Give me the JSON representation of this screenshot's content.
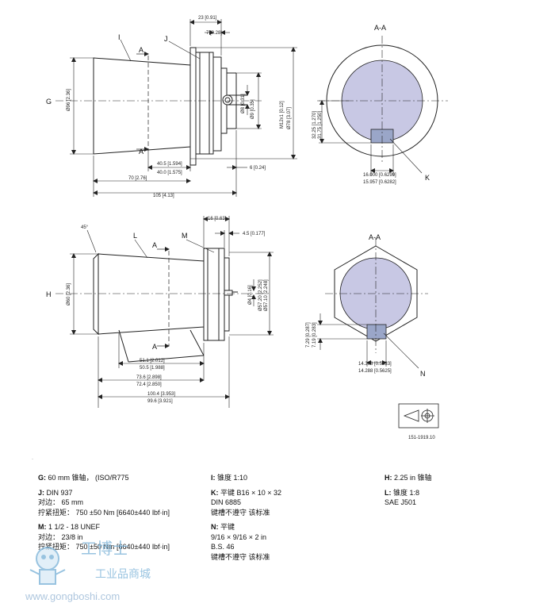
{
  "diagram": {
    "top": {
      "dims": {
        "d23": "23 [0.91]",
        "d7": "7 [0.28]",
        "d96": "Ø96 [2.36]",
        "d8": "Ø8 [0.31]",
        "d9": "Ø9 [0.35]",
        "d12": "M12x1 [0.12]",
        "d78": "Ø78 [3.07]",
        "d405": "40.5 [1.594]",
        "d400": "40.0 [1.575]",
        "d70": "70 [2.76]",
        "d6": "6 [0.24]",
        "d105": "105 [4.13]",
        "sec_h1": "32.25 [1.270]",
        "sec_h2": "31.75 [1.250]",
        "sec_w1": "16.000 [0.6299]",
        "sec_w2": "15.957 [0.6282]"
      },
      "labels": {
        "I": "I",
        "J": "J",
        "A1": "A",
        "A2": "A",
        "G": "G",
        "section": "A-A",
        "K": "K"
      }
    },
    "bottom": {
      "dims": {
        "d16": "16 [0.63]",
        "d45": "4.5 [0.177]",
        "d60": "Ø60 [2.36]",
        "d4": "Ø4 [0.16]",
        "d572": "Ø57.20 [2.252]",
        "d571": "Ø57.10 [2.248]",
        "d511": "51.1 [2.012]",
        "d505": "50.5 [1.988]",
        "d736": "73.6 [2.898]",
        "d724": "72.4 [2.850]",
        "d1004": "100.4 [3.953]",
        "d996": "99.6 [3.921]",
        "sec_h1": "7.29 [0.287]",
        "sec_h2": "7.19 [0.283]",
        "sec_w1": "14.308 [0.5633]",
        "sec_w2": "14.288 [0.5625]",
        "angle": "45°"
      },
      "labels": {
        "L": "L",
        "M": "M",
        "A1": "A",
        "A2": "A",
        "H": "H",
        "section": "A-A",
        "N": "N"
      }
    },
    "figure_id": "151-1919.10"
  },
  "legend": {
    "col1": [
      {
        "key": "G:",
        "text": "60 mm 锥轴， (ISO/R775"
      },
      {
        "key": "J:",
        "text": "DIN 937"
      },
      {
        "key": "",
        "text": "对边： 65 mm"
      },
      {
        "key": "",
        "text": "拧紧扭矩： 750 ±50 Nm [6640±440 lbf·in]"
      },
      {
        "key": "M:",
        "text": "1 1/2 - 18 UNEF"
      },
      {
        "key": "",
        "text": "对边： 23/8 in"
      },
      {
        "key": "",
        "text": "拧紧扭矩： 750 ±50 Nm [6640±440 lbf·in]"
      }
    ],
    "col2": [
      {
        "key": "I:",
        "text": "锥度 1:10"
      },
      {
        "key": "K:",
        "text": "平键 B16 × 10 × 32"
      },
      {
        "key": "",
        "text": "DIN 6885"
      },
      {
        "key": "",
        "text": "键槽不遵守 该标准"
      },
      {
        "key": "N:",
        "text": "平键"
      },
      {
        "key": "",
        "text": "9/16 × 9/16 × 2 in"
      },
      {
        "key": "",
        "text": "B.S. 46"
      },
      {
        "key": "",
        "text": "键槽不遵守 该标准"
      }
    ],
    "col3": [
      {
        "key": "H:",
        "text": "2.25 in 锥轴"
      },
      {
        "key": "L:",
        "text": "锥度 1:8"
      },
      {
        "key": "",
        "text": "SAE J501"
      }
    ]
  },
  "watermark": {
    "brand": "工博士",
    "sub": "工业品商城",
    "url": "www.gongboshi.com"
  },
  "colors": {
    "section_fill": "#c8c8e4",
    "key_fill": "#9aa6c8",
    "line": "#222222",
    "watermark": "#7fb5d9"
  }
}
